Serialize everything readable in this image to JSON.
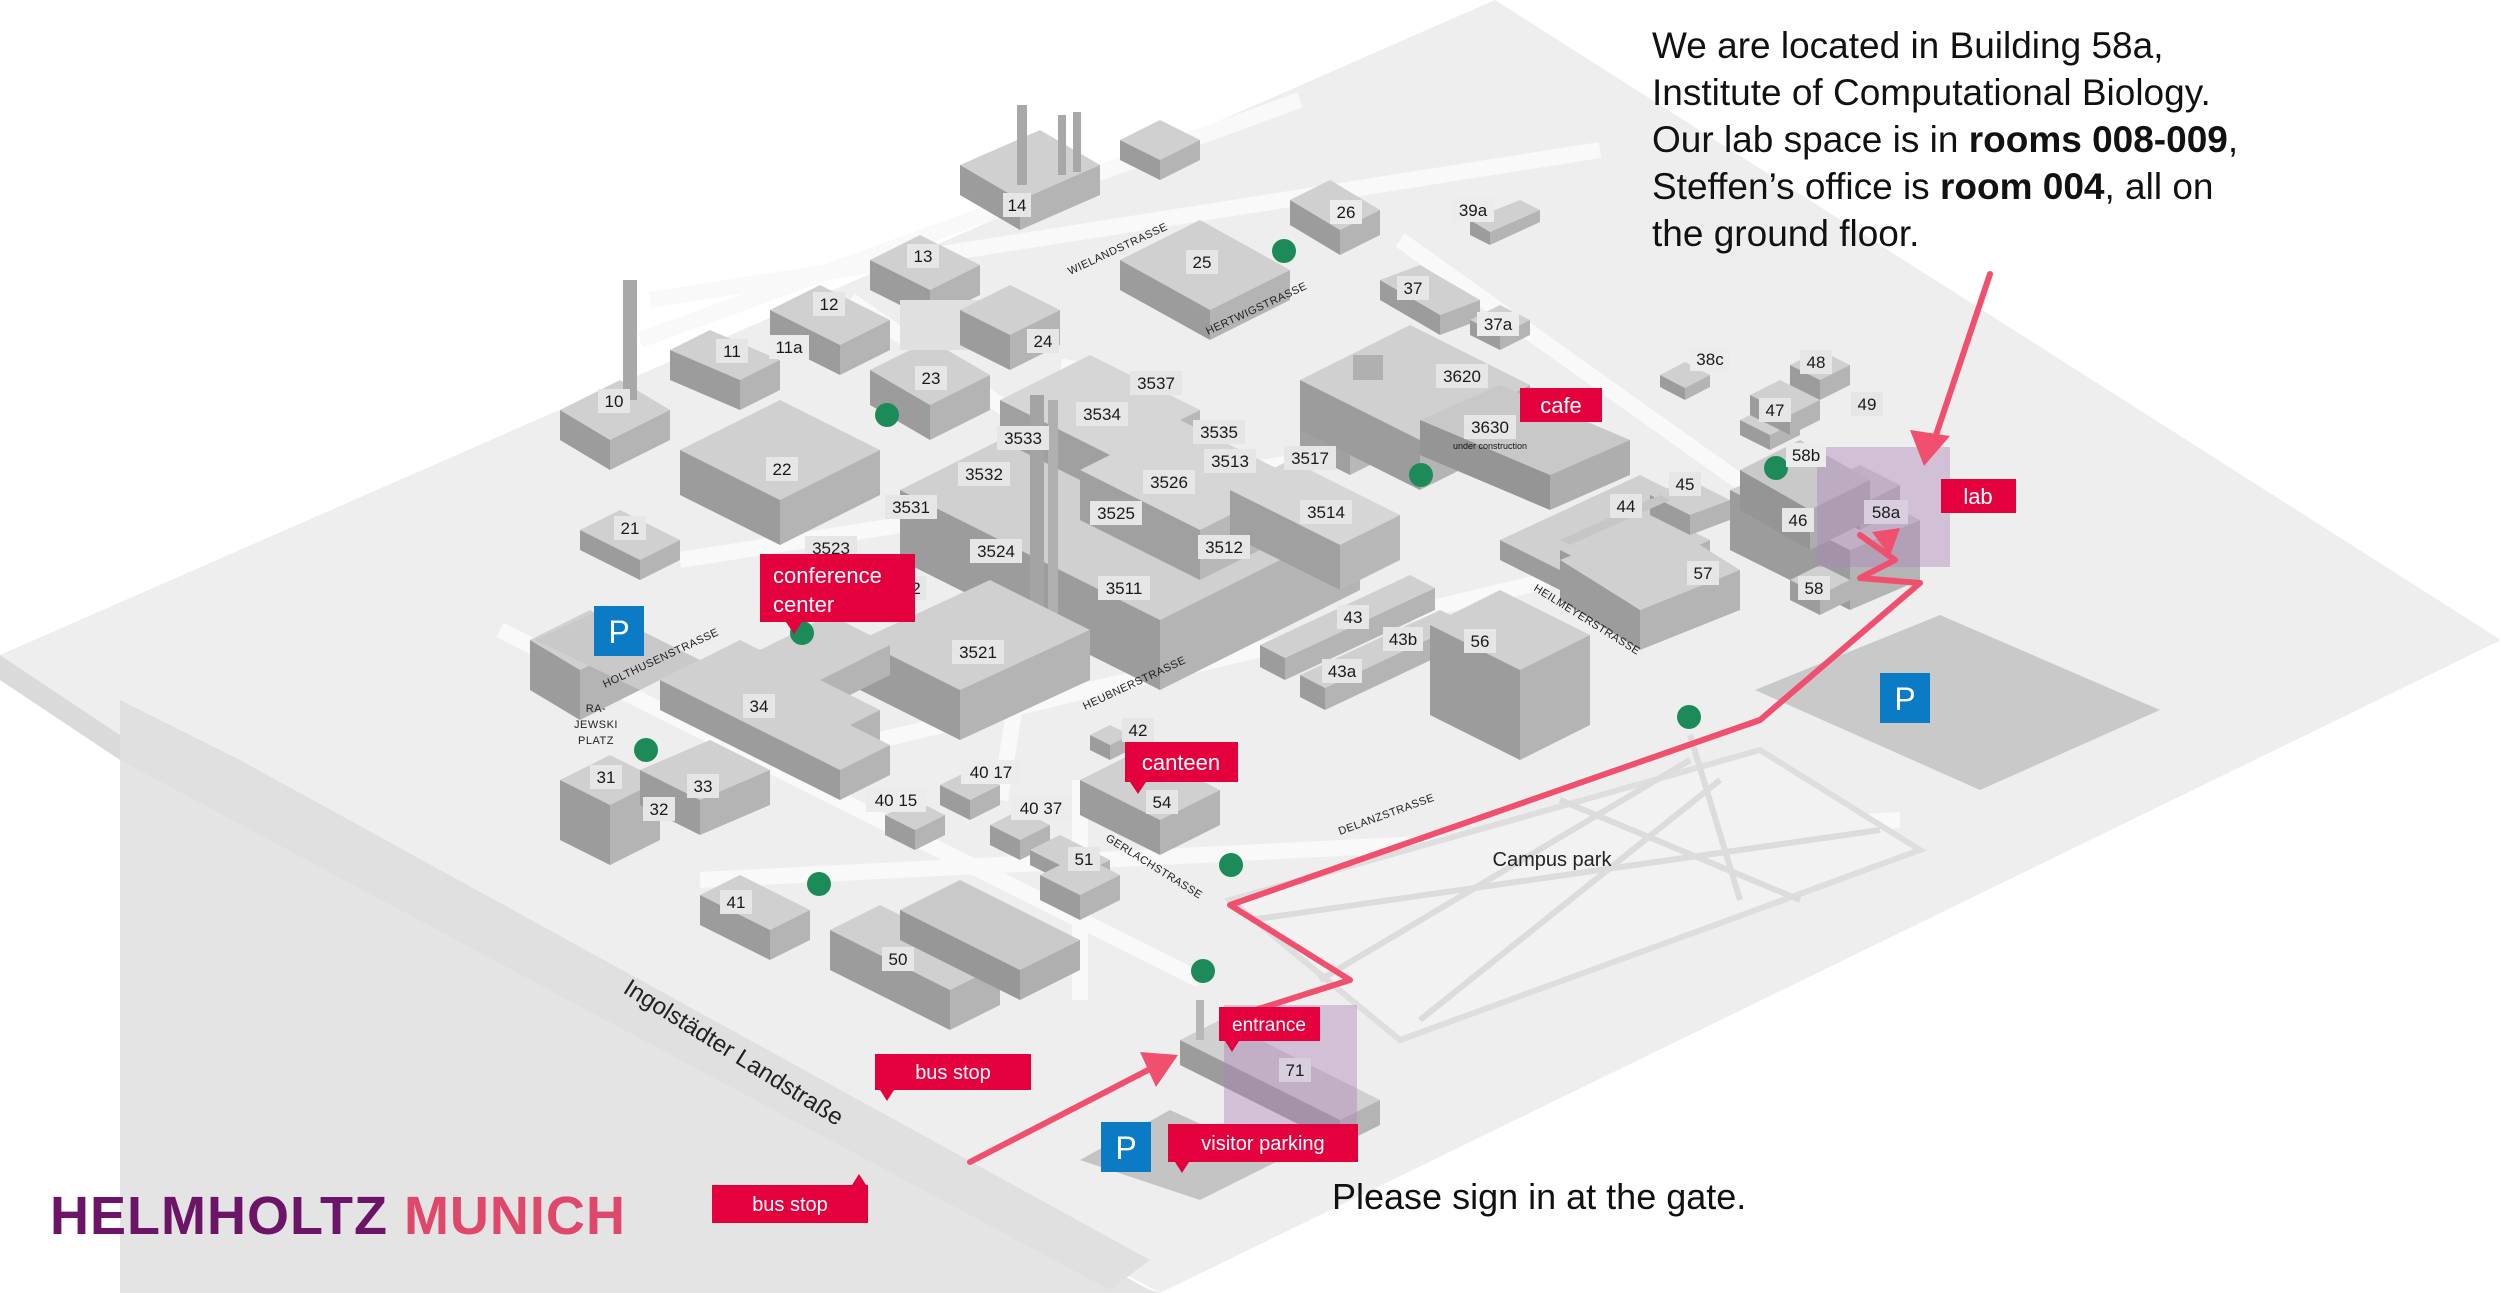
{
  "info": {
    "l1": "We are located in Building 58a,",
    "l2": "Institute of Computational Biology.",
    "l3a": "Our lab space is in ",
    "l3b": "rooms 008-009",
    "l3c": ",",
    "l4a": "Steffen’s office is ",
    "l4b": "room 004",
    "l4c": ", all on",
    "l5": "the ground floor."
  },
  "sign_in": "Please sign in at the gate.",
  "logo": {
    "part1": "HELMHOLTZ",
    "part2": "MUNIC",
    "part3": "H"
  },
  "poi": {
    "conference_1": "conference",
    "conference_2": "center",
    "cafe": "cafe",
    "lab": "lab",
    "canteen": "canteen",
    "entrance": "entrance",
    "visitor_parking": "visitor parking",
    "bus_stop_1": "bus stop",
    "bus_stop_2": "bus stop"
  },
  "park": "Campus park",
  "road": "Ingolstädter Landstraße",
  "under_construction": "under construction",
  "parking_symbol": "P",
  "streets": {
    "wieland": "WIELANDSTRASSE",
    "hertwig": "HERTWIGSTRASSE",
    "holthusen": "HOLTHUSENSTRASSE",
    "heubner": "HEUBNERSTRASSE",
    "heilmeyer": "HEILMEYERSTRASSE",
    "gerlach": "GERLACHSTRASSE",
    "delanz": "DELANZSTRASSE",
    "rajewski_1": "RA-",
    "rajewski_2": "JEWSKI",
    "rajewski_3": "PLATZ"
  },
  "buildings": {
    "b14": "14",
    "b26": "26",
    "b39a": "39a",
    "b13": "13",
    "b25": "25",
    "b12": "12",
    "b37": "37",
    "b37a": "37a",
    "b11": "11",
    "b11a": "11a",
    "b24": "24",
    "b10": "10",
    "b23": "23",
    "b3537": "3537",
    "b3620": "3620",
    "b38c": "38c",
    "b48": "48",
    "b3534": "3534",
    "b3533": "3533",
    "b3535": "3535",
    "b3630": "3630",
    "b47": "47",
    "b49": "49",
    "b22": "22",
    "b3532": "3532",
    "b3513": "3513",
    "b3517": "3517",
    "b58b": "58b",
    "b3526": "3526",
    "b45": "45",
    "b3531": "3531",
    "b3525": "3525",
    "b3514": "3514",
    "b44": "44",
    "b58a": "58a",
    "b46": "46",
    "b21": "21",
    "b3523": "3523",
    "b3512": "3512",
    "b3524": "3524",
    "b57": "57",
    "b2": "2",
    "b3511": "3511",
    "b58": "58",
    "b43": "43",
    "b43b": "43b",
    "b56": "56",
    "b3521": "3521",
    "b43a": "43a",
    "b34": "34",
    "b42": "42",
    "b31": "31",
    "b4017": "40 17",
    "b33": "33",
    "b54": "54",
    "b4015": "40 15",
    "b32": "32",
    "b4037": "40 37",
    "b51": "51",
    "b41": "41",
    "b50": "50",
    "b71": "71"
  },
  "colors": {
    "accent_red": "#e4003c",
    "route_pink": "#f0506e",
    "tree_green": "#1d8a5a",
    "parking_blue": "#0a7bc4",
    "highlight_purple": "#b08ab8",
    "logo_purple": "#6b1468",
    "logo_pink": "#e0486b"
  },
  "icons": [
    "parking-icon",
    "tree-marker-icon",
    "route-arrow-icon"
  ]
}
